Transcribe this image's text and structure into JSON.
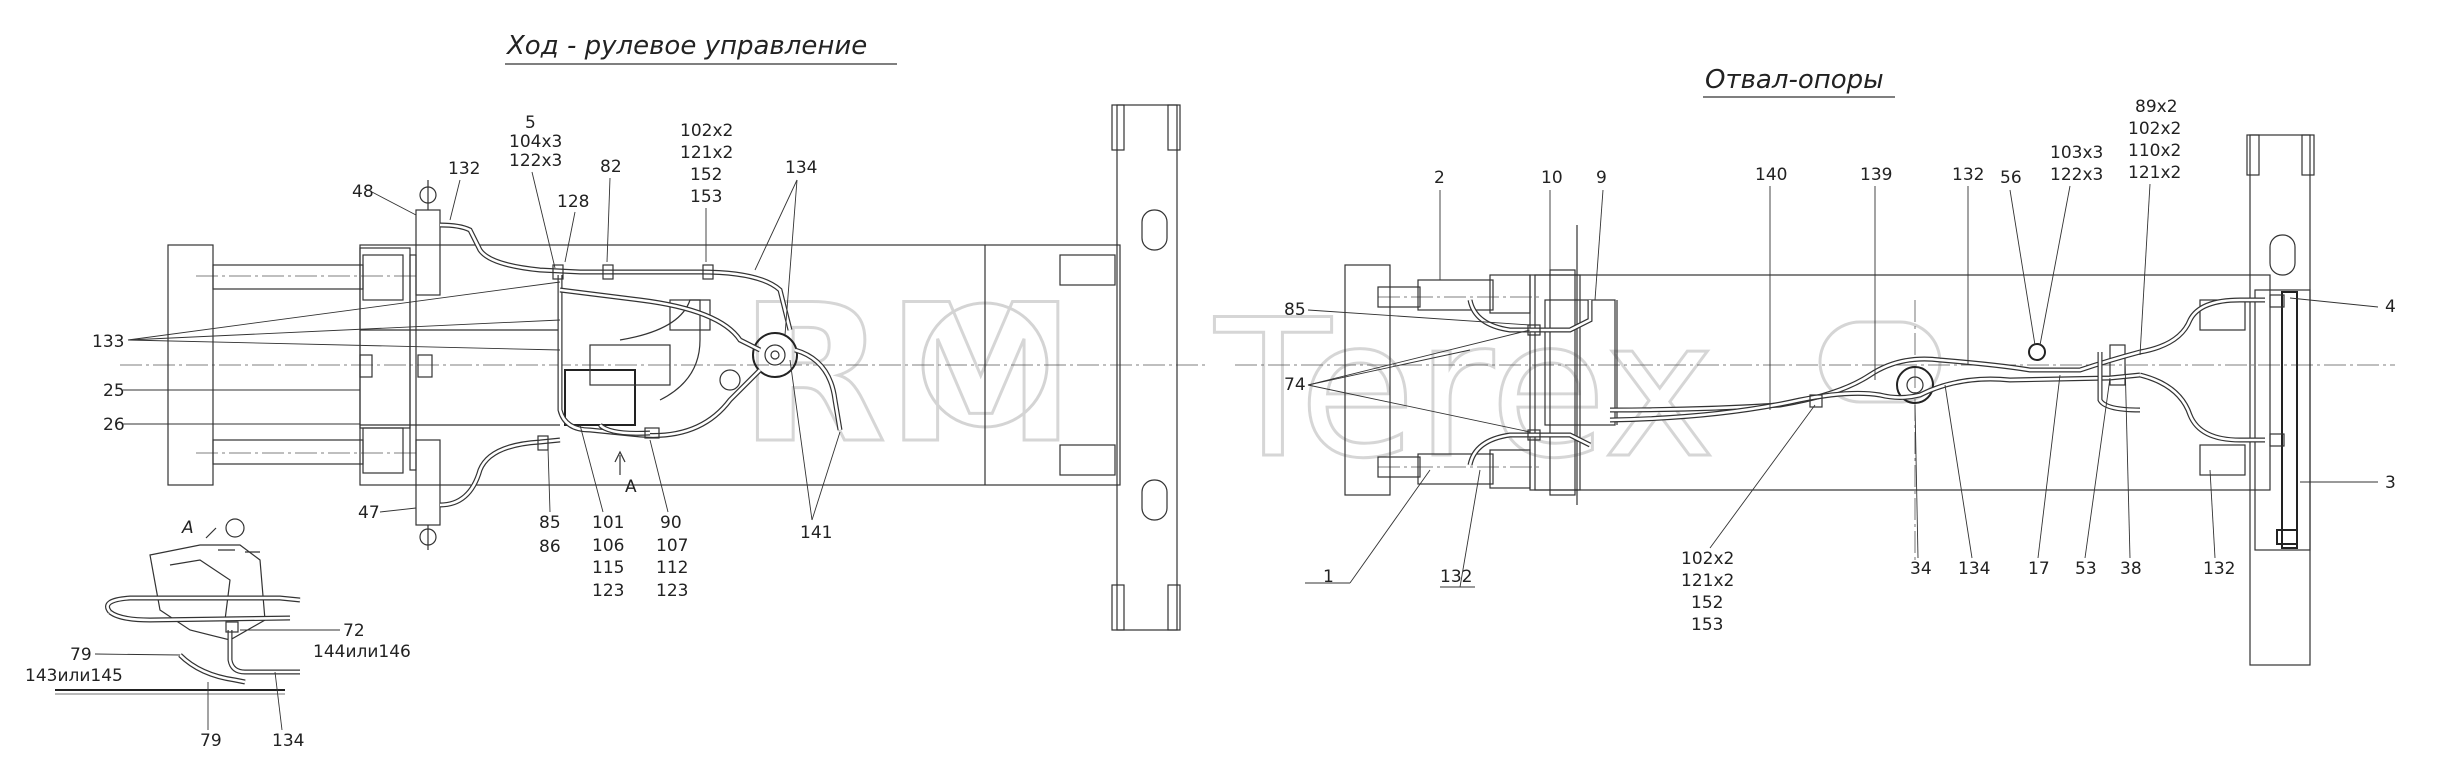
{
  "titles": {
    "left": "Ход - рулевое управление",
    "right": "Отвал-опоры"
  },
  "watermark": {
    "left_text": "RM",
    "right_text": "Terex"
  },
  "view_marker": "A",
  "left_labels": {
    "l48": "48",
    "l132": "132",
    "l5": "5",
    "l104x3": "104x3",
    "l122x3": "122x3",
    "l128": "128",
    "l82": "82",
    "l102x2": "102x2",
    "l121x2": "121x2",
    "l152": "152",
    "l153": "153",
    "l134": "134",
    "l133": "133",
    "l25": "25",
    "l26": "26",
    "l47": "47",
    "l85": "85",
    "l86": "86",
    "l101": "101",
    "l106": "106",
    "l115": "115",
    "l123a": "123",
    "l90": "90",
    "l107": "107",
    "l112": "112",
    "l123b": "123",
    "l141": "141",
    "lA": "A"
  },
  "detail_labels": {
    "dA": "A",
    "d72": "72",
    "d144": "144или146",
    "d79a": "79",
    "d143": "143или145",
    "d79b": "79",
    "d134": "134"
  },
  "right_labels": {
    "r2": "2",
    "r10": "10",
    "r9": "9",
    "r140": "140",
    "r139": "139",
    "r132a": "132",
    "r56": "56",
    "r103x3": "103x3",
    "r122x3": "122x3",
    "r89x2": "89x2",
    "r102x2": "102x2",
    "r110x2": "110x2",
    "r121x2": "121x2",
    "r85": "85",
    "r74": "74",
    "r4": "4",
    "r3": "3",
    "r1": "1",
    "r132b": "132",
    "rb102x2": "102x2",
    "rb121x2": "121x2",
    "rb152": "152",
    "rb153": "153",
    "r34": "34",
    "r134": "134",
    "r17": "17",
    "r53": "53",
    "r38": "38",
    "r132c": "132"
  }
}
